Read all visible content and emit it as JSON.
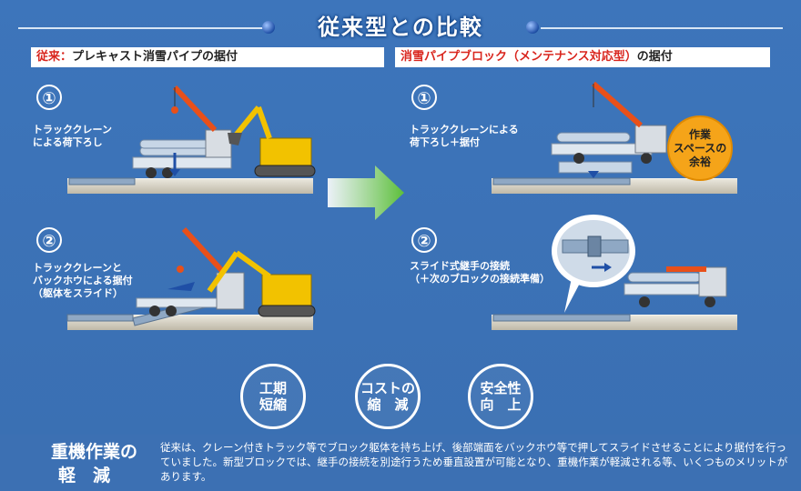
{
  "title": "従来型との比較",
  "left_header": {
    "prefix": "従来：",
    "text": "プレキャスト消雪パイプの据付"
  },
  "right_header": {
    "highlight": "消雪パイプブロック（メンテナンス対応型）",
    "suffix": "の据付"
  },
  "left_steps": [
    {
      "num": "①",
      "text": "トラッククレーン\nによる荷下ろし"
    },
    {
      "num": "②",
      "text": "トラッククレーンと\nバックホウによる据付\n（躯体をスライド）"
    }
  ],
  "right_steps": [
    {
      "num": "①",
      "text": "トラッククレーンによる\n荷下ろし＋据付"
    },
    {
      "num": "②",
      "text": "スライド式継手の接続\n（＋次のブロックの接続準備）"
    }
  ],
  "badge": [
    "作業",
    "スペースの",
    "余裕"
  ],
  "benefits": [
    {
      "line1": "工期",
      "line2": "短縮"
    },
    {
      "line1": "コストの",
      "line2": "縮　減"
    },
    {
      "line1": "安全性",
      "line2": "向　上"
    }
  ],
  "bottom": {
    "title_line1": "重機作業の",
    "title_line2": "軽　減",
    "text": "従来は、クレーン付きトラック等でブロック躯体を持ち上げ、後部端面をバックホウ等で押してスライドさせることにより据付を行っていました。新型ブロックでは、継手の接続を別途行うため垂直設置が可能となり、重機作業が軽減される等、いくつものメリットがあります。"
  },
  "colors": {
    "background": "#3b72b8",
    "accent_red": "#d9251d",
    "crane_orange": "#e8501a",
    "backhoe_yellow": "#f2c200",
    "badge_orange": "#f5a419",
    "arrow_green": "#5cbf3a"
  }
}
